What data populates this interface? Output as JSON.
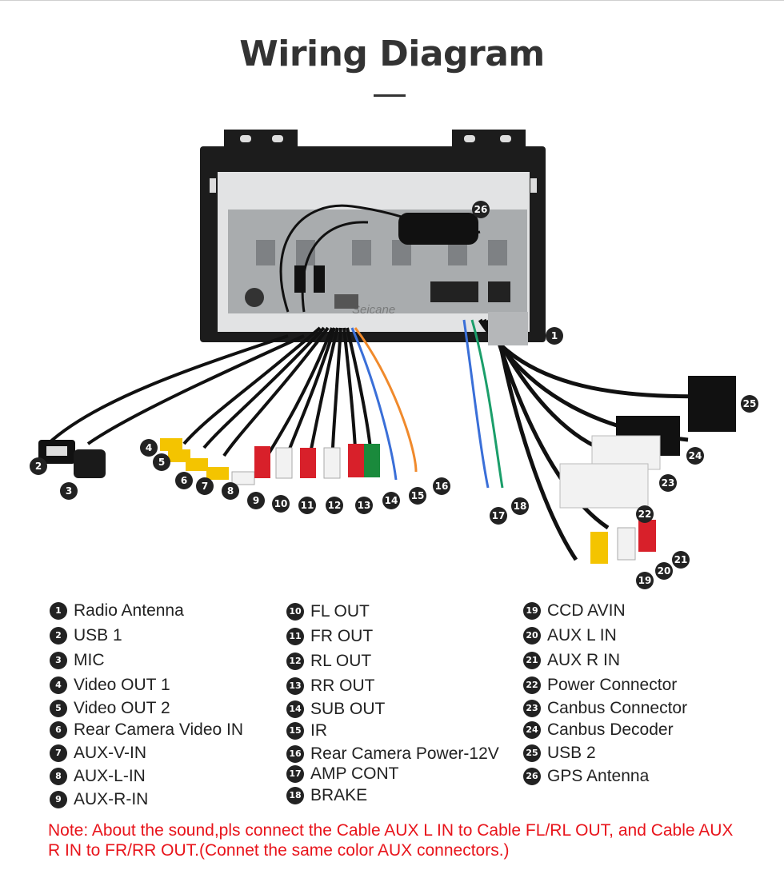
{
  "title": "Wiring Diagram",
  "watermark": "Seicane",
  "legend": [
    {
      "n": "1",
      "label": "Radio Antenna"
    },
    {
      "n": "2",
      "label": "USB 1"
    },
    {
      "n": "3",
      "label": "MIC"
    },
    {
      "n": "4",
      "label": "Video OUT 1"
    },
    {
      "n": "5",
      "label": "Video OUT 2"
    },
    {
      "n": "6",
      "label": "Rear Camera Video IN"
    },
    {
      "n": "7",
      "label": "AUX-V-IN"
    },
    {
      "n": "8",
      "label": "AUX-L-IN"
    },
    {
      "n": "9",
      "label": "AUX-R-IN"
    },
    {
      "n": "10",
      "label": "FL OUT"
    },
    {
      "n": "11",
      "label": "FR OUT"
    },
    {
      "n": "12",
      "label": "RL OUT"
    },
    {
      "n": "13",
      "label": "RR OUT"
    },
    {
      "n": "14",
      "label": "SUB OUT"
    },
    {
      "n": "15",
      "label": "IR"
    },
    {
      "n": "16",
      "label": "Rear Camera Power-12V"
    },
    {
      "n": "17",
      "label": "AMP CONT"
    },
    {
      "n": "18",
      "label": "BRAKE"
    },
    {
      "n": "19",
      "label": "CCD AVIN"
    },
    {
      "n": "20",
      "label": "AUX L IN"
    },
    {
      "n": "21",
      "label": "AUX R IN"
    },
    {
      "n": "22",
      "label": "Power Connector"
    },
    {
      "n": "23",
      "label": "Canbus Connector"
    },
    {
      "n": "24",
      "label": "Canbus Decoder"
    },
    {
      "n": "25",
      "label": "USB 2"
    },
    {
      "n": "26",
      "label": "GPS Antenna"
    }
  ],
  "note": "Note: About the sound,pls connect the Cable AUX L IN to Cable FL/RL OUT, and Cable AUX R IN to FR/RR OUT.(Connet the same color AUX connectors.)",
  "colors": {
    "note": "#e8141b",
    "yellow_rca": "#f4c400",
    "white_rca": "#f2f2f2",
    "red_rca": "#d8202a",
    "green_rca": "#1a8a3c",
    "unit_frame": "#1c1c1c",
    "chassis": "#a9acae"
  }
}
